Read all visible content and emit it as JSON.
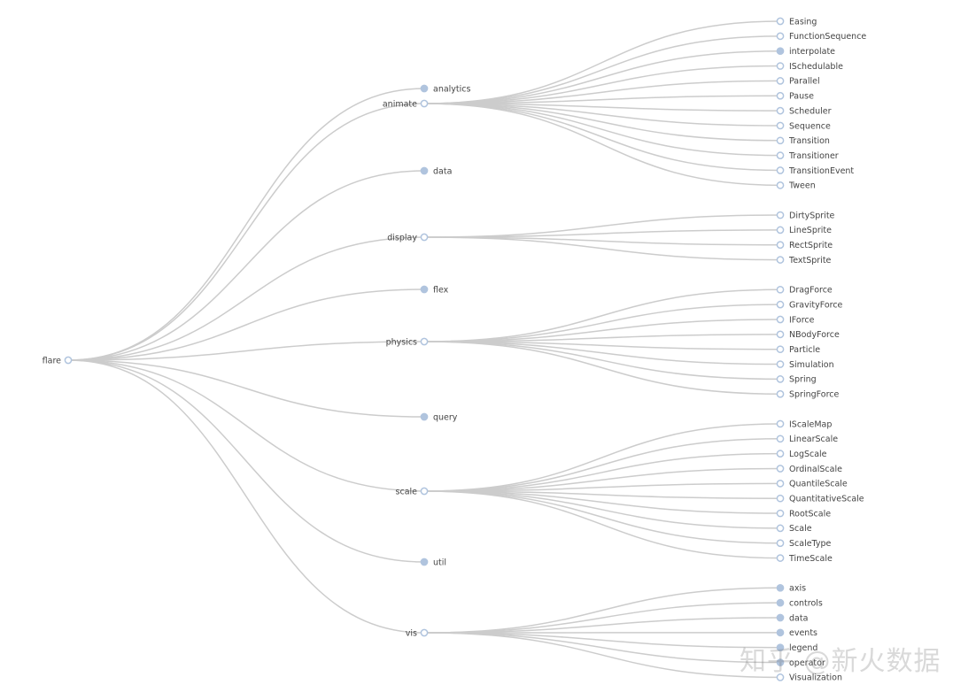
{
  "colors": {
    "link": "#cccccc",
    "node_stroke": "#b0c4de",
    "collapsed_fill": "#b0c4de",
    "expanded_fill": "#ffffff",
    "label": "#444444"
  },
  "watermark": "知乎 @新火数据",
  "tree": {
    "name": "flare",
    "collapsed": false,
    "children": [
      {
        "name": "analytics",
        "collapsed": true
      },
      {
        "name": "animate",
        "collapsed": false,
        "children": [
          {
            "name": "Easing"
          },
          {
            "name": "FunctionSequence"
          },
          {
            "name": "interpolate",
            "collapsed": true
          },
          {
            "name": "ISchedulable"
          },
          {
            "name": "Parallel"
          },
          {
            "name": "Pause"
          },
          {
            "name": "Scheduler"
          },
          {
            "name": "Sequence"
          },
          {
            "name": "Transition"
          },
          {
            "name": "Transitioner"
          },
          {
            "name": "TransitionEvent"
          },
          {
            "name": "Tween"
          }
        ]
      },
      {
        "name": "data",
        "collapsed": true
      },
      {
        "name": "display",
        "collapsed": false,
        "children": [
          {
            "name": "DirtySprite"
          },
          {
            "name": "LineSprite"
          },
          {
            "name": "RectSprite"
          },
          {
            "name": "TextSprite"
          }
        ]
      },
      {
        "name": "flex",
        "collapsed": true
      },
      {
        "name": "physics",
        "collapsed": false,
        "children": [
          {
            "name": "DragForce"
          },
          {
            "name": "GravityForce"
          },
          {
            "name": "IForce"
          },
          {
            "name": "NBodyForce"
          },
          {
            "name": "Particle"
          },
          {
            "name": "Simulation"
          },
          {
            "name": "Spring"
          },
          {
            "name": "SpringForce"
          }
        ]
      },
      {
        "name": "query",
        "collapsed": true
      },
      {
        "name": "scale",
        "collapsed": false,
        "children": [
          {
            "name": "IScaleMap"
          },
          {
            "name": "LinearScale"
          },
          {
            "name": "LogScale"
          },
          {
            "name": "OrdinalScale"
          },
          {
            "name": "QuantileScale"
          },
          {
            "name": "QuantitativeScale"
          },
          {
            "name": "RootScale"
          },
          {
            "name": "Scale"
          },
          {
            "name": "ScaleType"
          },
          {
            "name": "TimeScale"
          }
        ]
      },
      {
        "name": "util",
        "collapsed": true
      },
      {
        "name": "vis",
        "collapsed": false,
        "children": [
          {
            "name": "axis",
            "collapsed": true
          },
          {
            "name": "controls",
            "collapsed": true
          },
          {
            "name": "data",
            "collapsed": true
          },
          {
            "name": "events",
            "collapsed": true
          },
          {
            "name": "legend",
            "collapsed": true
          },
          {
            "name": "operator",
            "collapsed": true
          },
          {
            "name": "Visualization"
          }
        ]
      }
    ]
  }
}
